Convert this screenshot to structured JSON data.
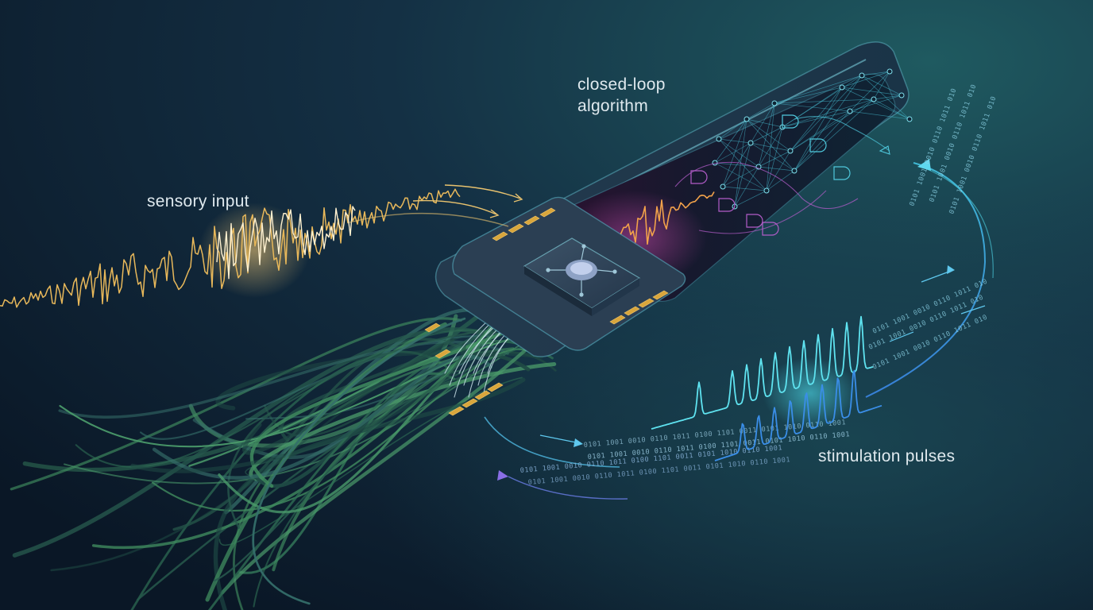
{
  "labels": {
    "sensory_input": "sensory input",
    "closed_loop_line1": "closed-loop",
    "closed_loop_line2": "algorithm",
    "stimulation_pulses": "stimulation pulses"
  },
  "colors": {
    "background_dark": "#0b1a2b",
    "background_teal": "#1f5a60",
    "sensory_wave": "#e8b85a",
    "processed_wave": "#f2a24a",
    "algorithm_network": "#49c4d8",
    "logic_gates": "#b25cc8",
    "stimulation_pulse": "#4fd6e8",
    "nerve_fibers": "#3f8a5e",
    "chip_body": "#34485c",
    "contact_pads": "#d9a63c"
  },
  "icons": [
    "microchip-icon",
    "neural-network-icon",
    "logic-gate-icon"
  ]
}
